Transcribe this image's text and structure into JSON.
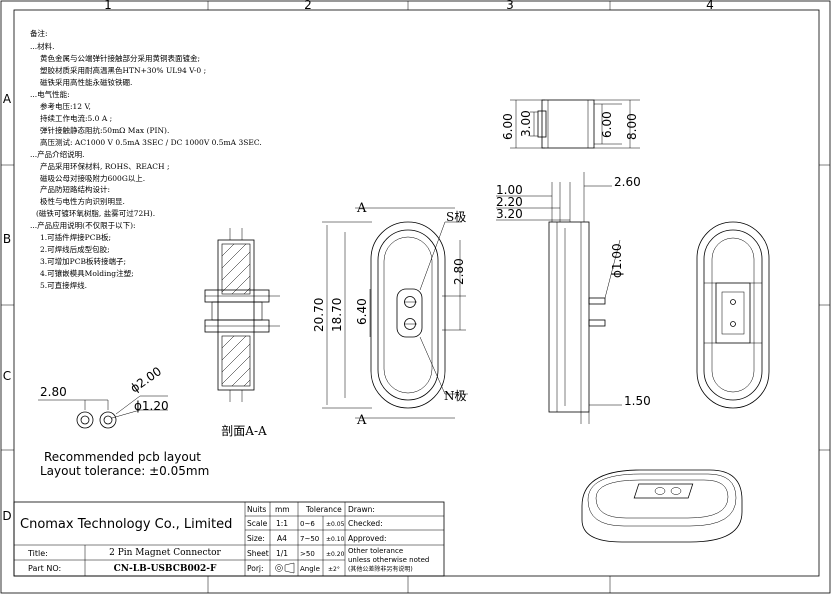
{
  "grid": {
    "columns": [
      "1",
      "2",
      "3",
      "4"
    ],
    "rows": [
      "A",
      "B",
      "C",
      "D"
    ]
  },
  "notes": {
    "title": "备注:",
    "lines": [
      "...材料.",
      "黄色金属与公端弹针接触部分采用黄铜表面镀金;",
      "塑胶材质采用耐高温黑色HTN+30% UL94 V-0 ;",
      "磁铁采用高性能永磁钕铁硼.",
      "...电气性能:",
      "参考电压:12 V,",
      "持续工作电流:5.0 A ;",
      "弹针接触静态阻抗:50mΩ Max (PIN).",
      "高压测试: AC1000 V 0.5mA 3SEC / DC 1000V 0.5mA 3SEC.",
      "...产品介绍说明.",
      "产品采用环保材料, ROHS、REACH ;",
      "磁吸公母对接吸附力600G以上.",
      "产品防短路结构设计:",
      "极性与电性方向识别明显.",
      "(磁铁可镀环氧树脂, 盐雾可过72H).",
      "...产品应用说明(不仅限于以下):",
      "1.可插件焊接PCB板;",
      "2.可焊线后成型包胶;",
      "3.可增加PCB板转接端子;",
      "4.可镶嵌模具Molding注塑;",
      "5.可直接焊线."
    ]
  },
  "pcb_layout": {
    "dim_pitch": "2.80",
    "dim_outer": "ϕ2.00",
    "dim_inner": "ϕ1.20",
    "caption": "Recommended pcb layout",
    "tolerance": "Layout tolerance: ±0.05mm"
  },
  "section_view": {
    "caption": "剖面A-A"
  },
  "front_view": {
    "label_a_top": "A",
    "label_a_bottom": "A",
    "label_s": "S极",
    "label_n": "N极",
    "dim_20_70": "20.70",
    "dim_18_70": "18.70",
    "dim_6_40": "6.40",
    "dim_2_80": "2.80"
  },
  "top_view": {
    "dim_6_00_left": "6.00",
    "dim_3_00": "3.00",
    "dim_6_00_right": "6.00",
    "dim_8_00": "8.00"
  },
  "side_view": {
    "dim_1_00": "1.00",
    "dim_2_20": "2.20",
    "dim_3_20": "3.20",
    "dim_2_60": "2.60",
    "dim_phi_1_00": "ϕ1.00",
    "dim_1_50": "1.50"
  },
  "title_block": {
    "company": "Cnomax Technology Co., Limited",
    "title_label": "Title:",
    "title_value": "2 Pin Magnet Connector",
    "partno_label": "Part NO:",
    "partno_value": "CN-LB-USBCB002-F",
    "units_label": "Nuits",
    "units_value": "mm",
    "scale_label": "Scale",
    "scale_value": "1:1",
    "size_label": "Size:",
    "size_value": "A4",
    "sheet_label": "Sheet",
    "sheet_value": "1/1",
    "proj_label": "Porj:",
    "tolerance_label": "Tolerance",
    "tol_rows": [
      {
        "range": "0~6",
        "value": "±0.05"
      },
      {
        "range": "7~50",
        "value": "±0.10"
      },
      {
        "range": ">50",
        "value": "±0.20"
      }
    ],
    "angle_label": "Angle",
    "angle_value": "±2°",
    "drawn_label": "Drawn:",
    "checked_label": "Checked:",
    "approved_label": "Approved:",
    "other_tol_1": "Other tolerance",
    "other_tol_2": "unless otherwise noted",
    "other_tol_3": "(其他公差除非另有说明)"
  }
}
